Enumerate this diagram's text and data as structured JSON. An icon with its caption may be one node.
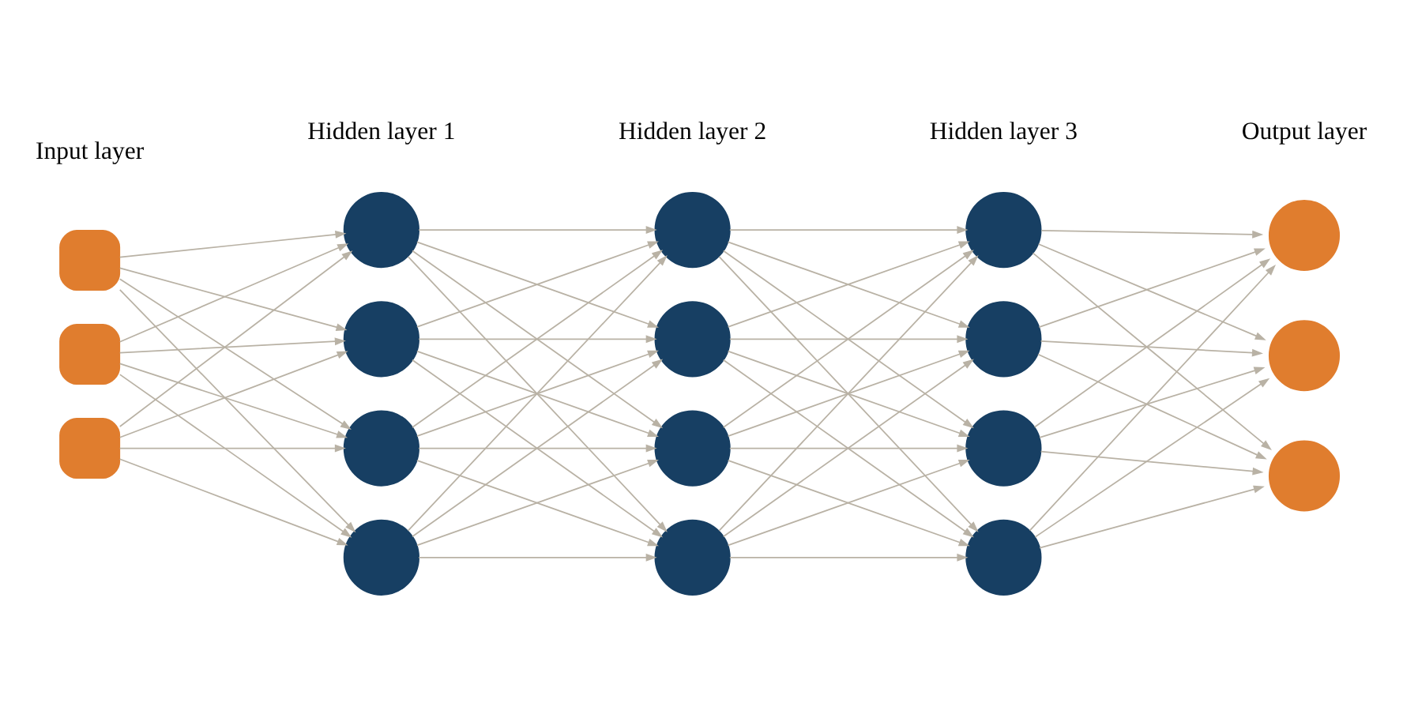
{
  "diagram": {
    "nodes": [
      {
        "text": [],
        "shape": "box"
      },
      {
        "text": [],
        "shape": "box"
      },
      {
        "text": [],
        "shape": "box"
      },
      {
        "text": [],
        "shape": "circle"
      },
      {
        "text": [],
        "shape": "circle"
      },
      {
        "text": [],
        "shape": "circle"
      },
      {
        "text": [],
        "shape": "circle"
      },
      {
        "text": [],
        "shape": "circle"
      },
      {
        "text": [],
        "shape": "circle"
      },
      {
        "text": [],
        "shape": "circle"
      },
      {
        "text": [],
        "shape": "circle"
      },
      {
        "text": [],
        "shape": "circle"
      },
      {
        "text": [],
        "shape": "circle"
      },
      {
        "text": [],
        "shape": "circle"
      },
      {
        "text": [],
        "shape": "circle"
      },
      {
        "text": [],
        "shape": "circle"
      },
      {
        "text": [],
        "shape": "circle"
      },
      {
        "text": [],
        "shape": "circle"
      }
    ],
    "edges": [
      {
        "from": 0,
        "to": 3,
        "arrow": "to"
      },
      {
        "from": 0,
        "to": 4,
        "arrow": "to"
      },
      {
        "from": 0,
        "to": 5,
        "arrow": "to"
      },
      {
        "from": 0,
        "to": 6,
        "arrow": "to"
      },
      {
        "from": 1,
        "to": 3,
        "arrow": "to"
      },
      {
        "from": 1,
        "to": 4,
        "arrow": "to"
      },
      {
        "from": 1,
        "to": 5,
        "arrow": "to"
      },
      {
        "from": 1,
        "to": 6,
        "arrow": "to"
      },
      {
        "from": 2,
        "to": 3,
        "arrow": "to"
      },
      {
        "from": 2,
        "to": 4,
        "arrow": "to"
      },
      {
        "from": 2,
        "to": 5,
        "arrow": "to"
      },
      {
        "from": 2,
        "to": 6,
        "arrow": "to"
      },
      {
        "from": 3,
        "to": 7,
        "arrow": "to"
      },
      {
        "from": 3,
        "to": 8,
        "arrow": "to"
      },
      {
        "from": 3,
        "to": 9,
        "arrow": "to"
      },
      {
        "from": 3,
        "to": 10,
        "arrow": "to"
      },
      {
        "from": 4,
        "to": 7,
        "arrow": "to"
      },
      {
        "from": 4,
        "to": 8,
        "arrow": "to"
      },
      {
        "from": 4,
        "to": 9,
        "arrow": "to"
      },
      {
        "from": 4,
        "to": 10,
        "arrow": "to"
      },
      {
        "from": 5,
        "to": 7,
        "arrow": "to"
      },
      {
        "from": 5,
        "to": 8,
        "arrow": "to"
      },
      {
        "from": 5,
        "to": 9,
        "arrow": "to"
      },
      {
        "from": 5,
        "to": 10,
        "arrow": "to"
      },
      {
        "from": 6,
        "to": 7,
        "arrow": "to"
      },
      {
        "from": 6,
        "to": 8,
        "arrow": "to"
      },
      {
        "from": 6,
        "to": 9,
        "arrow": "to"
      },
      {
        "from": 6,
        "to": 10,
        "arrow": "to"
      },
      {
        "from": 7,
        "to": 11,
        "arrow": "to"
      },
      {
        "from": 7,
        "to": 12,
        "arrow": "to"
      },
      {
        "from": 7,
        "to": 13,
        "arrow": "to"
      },
      {
        "from": 7,
        "to": 14,
        "arrow": "to"
      },
      {
        "from": 8,
        "to": 11,
        "arrow": "to"
      },
      {
        "from": 8,
        "to": 12,
        "arrow": "to"
      },
      {
        "from": 8,
        "to": 13,
        "arrow": "to"
      },
      {
        "from": 8,
        "to": 14,
        "arrow": "to"
      },
      {
        "from": 9,
        "to": 11,
        "arrow": "to"
      },
      {
        "from": 9,
        "to": 12,
        "arrow": "to"
      },
      {
        "from": 9,
        "to": 13,
        "arrow": "to"
      },
      {
        "from": 9,
        "to": 14,
        "arrow": "to"
      },
      {
        "from": 10,
        "to": 11,
        "arrow": "to"
      },
      {
        "from": 10,
        "to": 12,
        "arrow": "to"
      },
      {
        "from": 10,
        "to": 13,
        "arrow": "to"
      },
      {
        "from": 10,
        "to": 14,
        "arrow": "to"
      },
      {
        "from": 11,
        "to": 15,
        "arrow": "to"
      },
      {
        "from": 11,
        "to": 16,
        "arrow": "to"
      },
      {
        "from": 11,
        "to": 17,
        "arrow": "to"
      },
      {
        "from": 12,
        "to": 15,
        "arrow": "to"
      },
      {
        "from": 12,
        "to": 16,
        "arrow": "to"
      },
      {
        "from": 12,
        "to": 17,
        "arrow": "to"
      },
      {
        "from": 13,
        "to": 15,
        "arrow": "to"
      },
      {
        "from": 13,
        "to": 16,
        "arrow": "to"
      },
      {
        "from": 13,
        "to": 17,
        "arrow": "to"
      },
      {
        "from": 14,
        "to": 15,
        "arrow": "to"
      },
      {
        "from": 14,
        "to": 16,
        "arrow": "to"
      },
      {
        "from": 14,
        "to": 17,
        "arrow": "to"
      }
    ],
    "labels": [
      "Input layer",
      "Hidden layer 1",
      "Hidden layer 2",
      "Hidden layer 3",
      "Output layer"
    ]
  }
}
